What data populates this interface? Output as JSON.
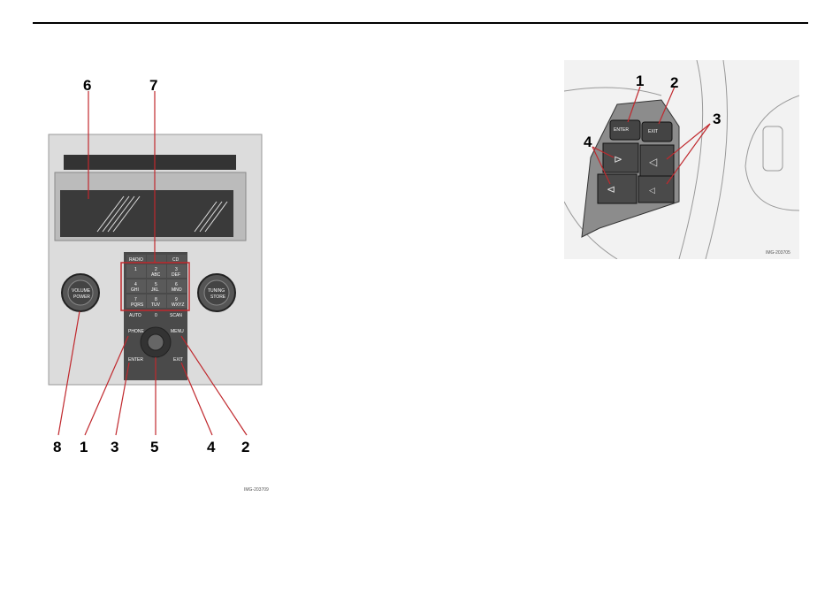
{
  "left_figure": {
    "callouts": [
      "6",
      "7",
      "8",
      "1",
      "3",
      "5",
      "4",
      "2"
    ],
    "keys": {
      "top_row": [
        "RADIO",
        "",
        "CD"
      ],
      "digits": [
        [
          "1",
          ""
        ],
        [
          "2",
          "ABC"
        ],
        [
          "3",
          "DEF"
        ],
        [
          "4",
          "GHI"
        ],
        [
          "5",
          "JKL"
        ],
        [
          "6",
          "MNO"
        ],
        [
          "7",
          "PQRS"
        ],
        [
          "8",
          "TUV"
        ],
        [
          "9",
          "WXYZ"
        ]
      ],
      "bottom_row": [
        [
          "AUTO",
          "*"
        ],
        [
          "0",
          "+"
        ],
        [
          "SCAN",
          "#"
        ]
      ],
      "phone": "PHONE",
      "menu": "MENU",
      "enter": "ENTER",
      "exit": "EXIT",
      "volume": "VOLUME",
      "power": "POWER",
      "tuning": "TUNING",
      "store": "STORE"
    },
    "image_code": "IMG-203709"
  },
  "right_figure": {
    "callouts": [
      "1",
      "2",
      "3",
      "4"
    ],
    "enter_label": "ENTER",
    "exit_label": "EXIT",
    "image_code": "IMG-203705"
  },
  "colors": {
    "callout_line": "#c0282d",
    "panel": "#d9d9d9",
    "key": "#4a4a4a"
  }
}
